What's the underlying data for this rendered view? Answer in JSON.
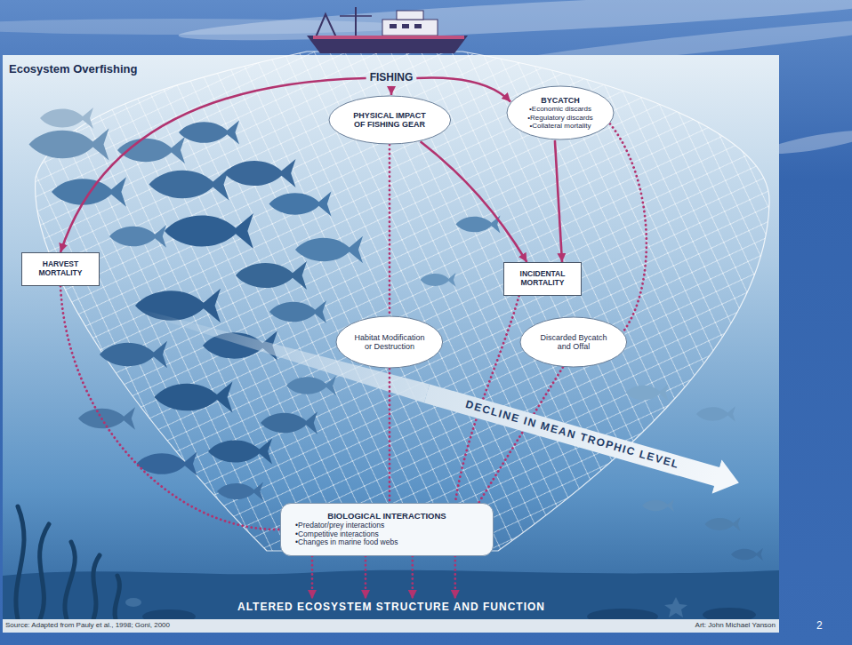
{
  "diagram": {
    "title": "Ecosystem Overfishing",
    "nodes": [
      {
        "text": [
          "FISHING"
        ]
      },
      {
        "text": [
          "PHYSICAL IMPACT OF FISHING GEAR"
        ]
      },
      {
        "text": [
          "BYCATCH",
          "•Economic discards",
          "•Regulatory discards",
          "•Collateral mortality"
        ]
      },
      {
        "text": [
          "HARVEST MORTALITY"
        ]
      },
      {
        "text": [
          "INCIDENTAL MORTALITY"
        ]
      },
      {
        "text": [
          "Habitat Modification or Destruction"
        ]
      },
      {
        "text": [
          "Discarded Bycatch and Offal"
        ]
      },
      {
        "text": [
          "DECLINE IN MEAN TROPHIC LEVEL"
        ]
      },
      {
        "text": [
          "BIOLOGICAL INTERACTIONS",
          "•Predator/prey interactions",
          "•Competitive interactions",
          "•Changes in marine food webs"
        ]
      },
      {
        "text": [
          "ALTERED ECOSYSTEM STRUCTURE AND FUNCTION"
        ]
      }
    ],
    "edges": [
      {
        "from": 0,
        "to": 3,
        "arrow": "to"
      },
      {
        "from": 0,
        "to": 1,
        "arrow": "to"
      },
      {
        "from": 0,
        "to": 2,
        "arrow": "to"
      },
      {
        "from": 1,
        "to": 4,
        "arrow": "to"
      },
      {
        "from": 2,
        "to": 4,
        "arrow": "to"
      },
      {
        "from": 1,
        "to": 5,
        "arrow": "none"
      },
      {
        "from": 2,
        "to": 6,
        "arrow": "none"
      },
      {
        "from": 3,
        "to": 8,
        "arrow": "none"
      },
      {
        "from": 5,
        "to": 8,
        "arrow": "none"
      },
      {
        "from": 4,
        "to": 8,
        "arrow": "none"
      },
      {
        "from": 6,
        "to": 8,
        "arrow": "none"
      },
      {
        "from": 8,
        "to": 9,
        "arrow": "to"
      },
      {
        "from": 8,
        "to": 9,
        "arrow": "to"
      },
      {
        "from": 8,
        "to": 9,
        "arrow": "to"
      },
      {
        "from": 8,
        "to": 9,
        "arrow": "to"
      }
    ],
    "labels": [
      "Source: Adapted from Pauly et al., 1998; Goni, 2000",
      "Art: John Michael Yanson",
      "2"
    ]
  }
}
